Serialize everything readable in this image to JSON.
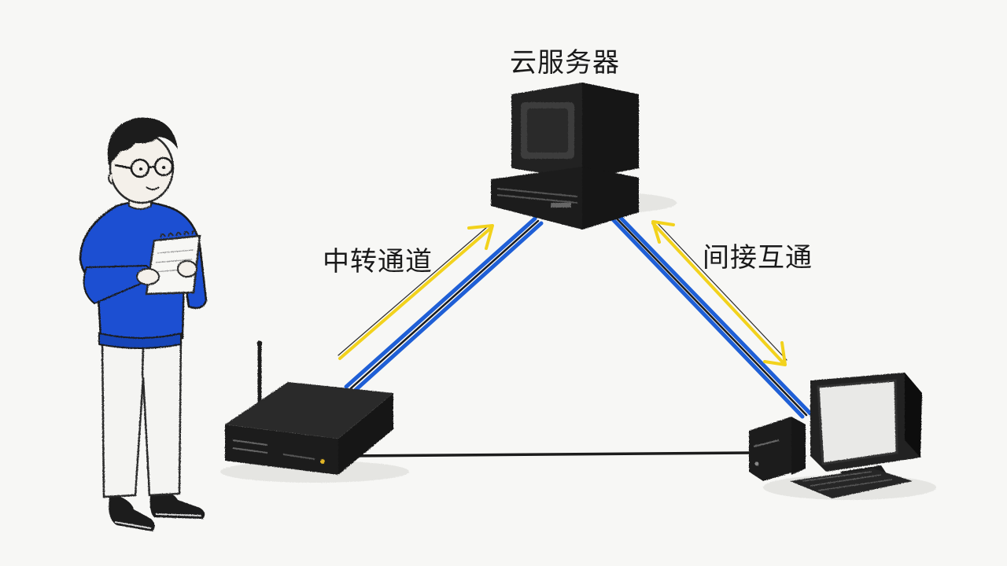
{
  "labels": {
    "server": "云服务器",
    "relay_channel": "中转通道",
    "indirect_link": "间接互通"
  },
  "colors": {
    "background": "#f7f7f5",
    "sketch_dark": "#1c1c1c",
    "link_blue": "#1f5fd6",
    "arrow_yellow": "#f2d21c",
    "sweater_blue": "#1d4fd2"
  },
  "icons": [
    "person-icon",
    "notepad-icon",
    "server-icon",
    "router-icon",
    "desktop-computer-icon",
    "antenna-icon"
  ]
}
